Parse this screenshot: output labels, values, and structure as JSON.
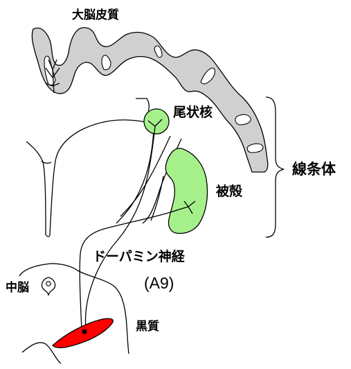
{
  "labels": {
    "cerebral_cortex": "大脳皮質",
    "caudate_nucleus": "尾状核",
    "striatum": "線条体",
    "putamen": "被殻",
    "dopamine_neuron": "ドーパミン神経",
    "a9": "(A9)",
    "midbrain": "中脳",
    "substantia_nigra": "黒質"
  },
  "colors": {
    "cortex_fill": "#d0d0d0",
    "nucleus_fill": "#a6f08c",
    "nigra_fill": "#ff0000",
    "line": "#000000"
  }
}
